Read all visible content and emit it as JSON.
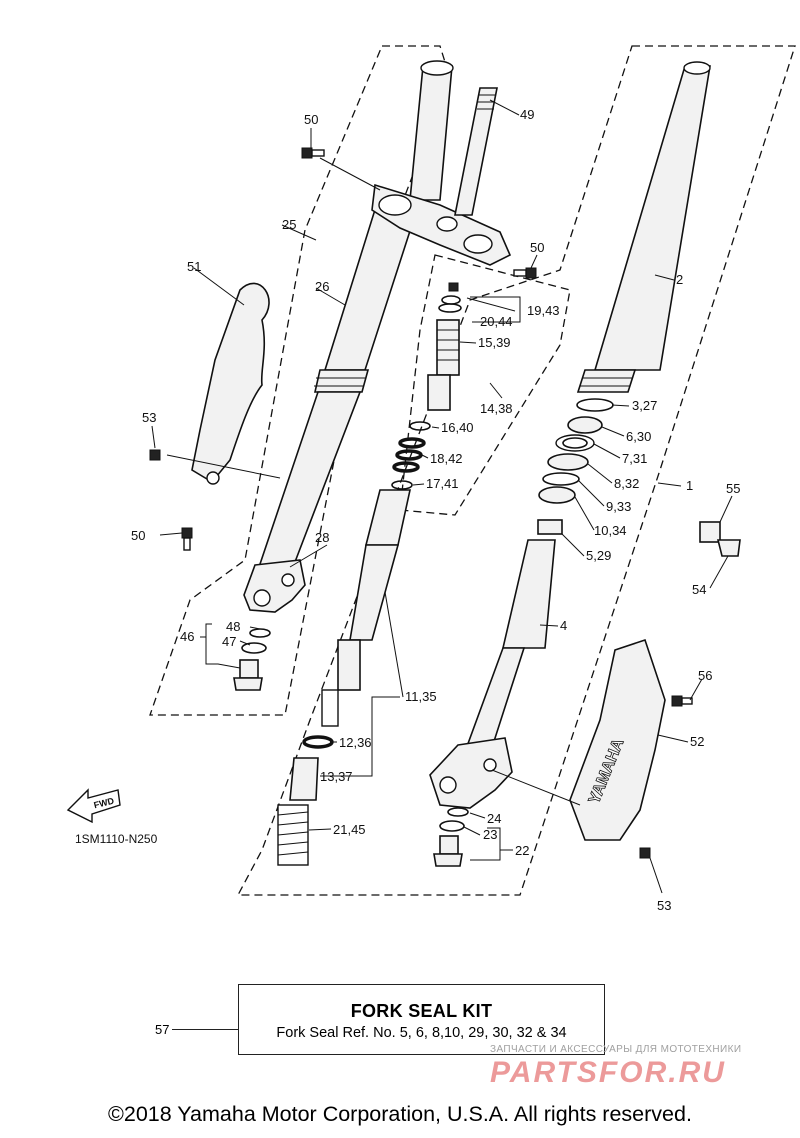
{
  "diagram_code": "1SM1110-N250",
  "fwd_label": "FWD",
  "callouts": {
    "c1": "1",
    "c2": "2",
    "c3": "3,27",
    "c4": "4",
    "c5": "5,29",
    "c6": "6,30",
    "c7": "7,31",
    "c8": "8,32",
    "c9": "9,33",
    "c10": "10,34",
    "c11": "11,35",
    "c12": "12,36",
    "c13": "13,37",
    "c14": "14,38",
    "c15": "15,39",
    "c16": "16,40",
    "c17": "17,41",
    "c18": "18,42",
    "c19": "19,43",
    "c20": "20,44",
    "c21": "21,45",
    "c22": "22",
    "c23": "23",
    "c24": "24",
    "c25": "25",
    "c26": "26",
    "c28": "28",
    "c46": "46",
    "c47": "47",
    "c48": "48",
    "c49": "49",
    "c50a": "50",
    "c50b": "50",
    "c50c": "50",
    "c51": "51",
    "c52": "52",
    "c53a": "53",
    "c53b": "53",
    "c54": "54",
    "c55": "55",
    "c56": "56"
  },
  "guard_logo": "YAMAHA",
  "kit": {
    "number": "57",
    "title": "FORK SEAL KIT",
    "ref": "Fork Seal Ref. No. 5, 6, 8,10, 29, 30, 32 & 34"
  },
  "watermark": {
    "small": "ЗАПЧАСТИ И АКСЕССУАРЫ ДЛЯ МОТОТЕХНИКИ",
    "big": "PARTSFOR.RU"
  },
  "copyright": "©2018 Yamaha Motor Corporation, U.S.A. All rights reserved."
}
